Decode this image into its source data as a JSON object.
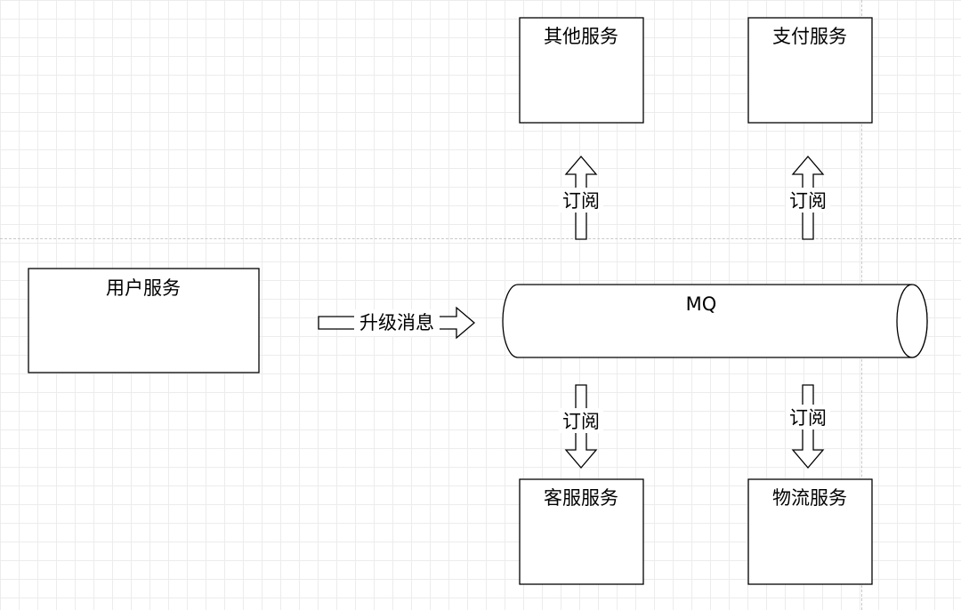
{
  "nodes": {
    "user_service": "用户服务",
    "mq": "MQ",
    "other_service": "其他服务",
    "payment_service": "支付服务",
    "customer_service": "客服服务",
    "logistics_service": "物流服务"
  },
  "edges": {
    "publish_label": "升级消息",
    "subscribe_other": "订阅",
    "subscribe_payment": "订阅",
    "subscribe_customer": "订阅",
    "subscribe_logistics": "订阅"
  },
  "colors": {
    "stroke": "#000000",
    "fill": "#ffffff",
    "grid": "#ececec"
  }
}
